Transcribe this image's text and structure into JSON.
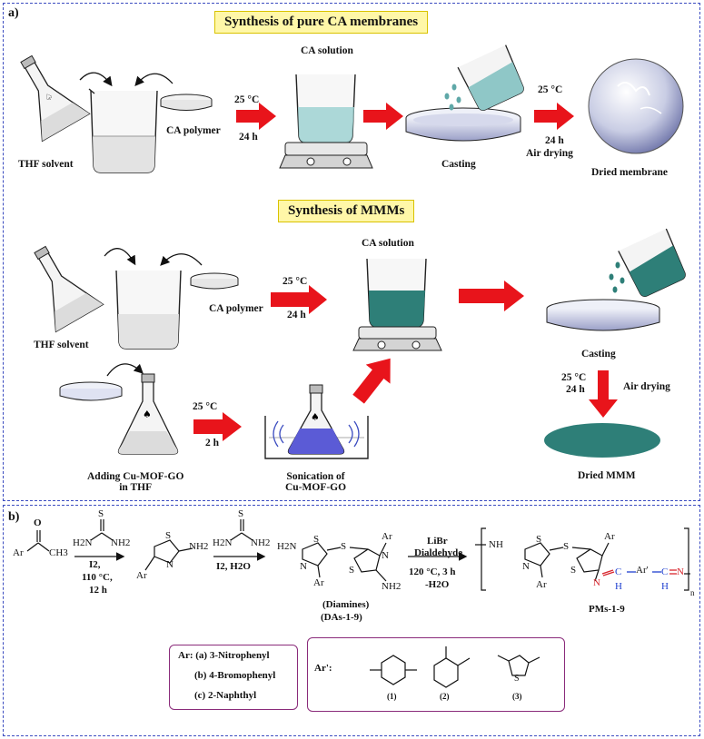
{
  "panel_a": {
    "label": "a)",
    "pure": {
      "title": "Synthesis of pure CA membranes",
      "thf": "THF solvent",
      "ca_polymer": "CA polymer",
      "cond1_temp": "25 °C",
      "cond1_time": "24 h",
      "ca_solution": "CA solution",
      "casting": "Casting",
      "cond2_temp": "25 °C",
      "cond2_time": "24 h",
      "cond2_method": "Air drying",
      "dried": "Dried membrane"
    },
    "mmm": {
      "title": "Synthesis of MMMs",
      "thf": "THF solvent",
      "ca_polymer": "CA polymer",
      "cond1_temp": "25 °C",
      "cond1_time": "24 h",
      "ca_solution": "CA solution",
      "casting": "Casting",
      "adding_line1": "Adding Cu-MOF-GO",
      "adding_line2": "in THF",
      "cond3_temp": "25 °C",
      "cond3_time": "2 h",
      "sonication_line1": "Sonication of",
      "sonication_line2": "Cu-MOF-GO",
      "cond4_temp": "25 °C",
      "cond4_time": "24 h",
      "cond4_method": "Air drying",
      "dried": "Dried MMM"
    }
  },
  "panel_b": {
    "label": "b)",
    "step1_reagent": "I2,",
    "step1_temp": "110 °C,",
    "step1_time": "12 h",
    "step2_reagent": "I2, H2O",
    "step3_reagent1": "LiBr",
    "step3_reagent2": "Dialdehyde",
    "step3_cond": "120 °C, 3 h",
    "step3_byproduct": "-H2O",
    "diamines_line1": "(Diamines)",
    "diamines_line2": "(DAs-1-9)",
    "polymer_name": "PMs-1-9",
    "ar_title": "Ar: (a) 3-Nitrophenyl",
    "ar_b": "(b) 4-Bromophenyl",
    "ar_c": "(c) 2-Naphthyl",
    "arp_title": "Ar':",
    "arp_1": "(1)",
    "arp_2": "(2)",
    "arp_3": "(3)",
    "atoms": {
      "O": "O",
      "Ar": "Ar",
      "CH3": "CH3",
      "S": "S",
      "N": "N",
      "H2N": "H2N",
      "NH2": "NH2",
      "NH": "NH",
      "n": "n",
      "Arp": "Ar'",
      "C": "C",
      "H": "H"
    }
  },
  "colors": {
    "dashed_border": "#3b4cc0",
    "title_bg": "#fff7a8",
    "arrow_red": "#e8141b",
    "solution_teal": "#5fa8a8",
    "mmm_teal": "#2e7f78",
    "purple_solution": "#5b5bd6",
    "box_purple": "#8a2b7a",
    "imine_red": "#d8262e",
    "imine_blue": "#2040d0"
  }
}
